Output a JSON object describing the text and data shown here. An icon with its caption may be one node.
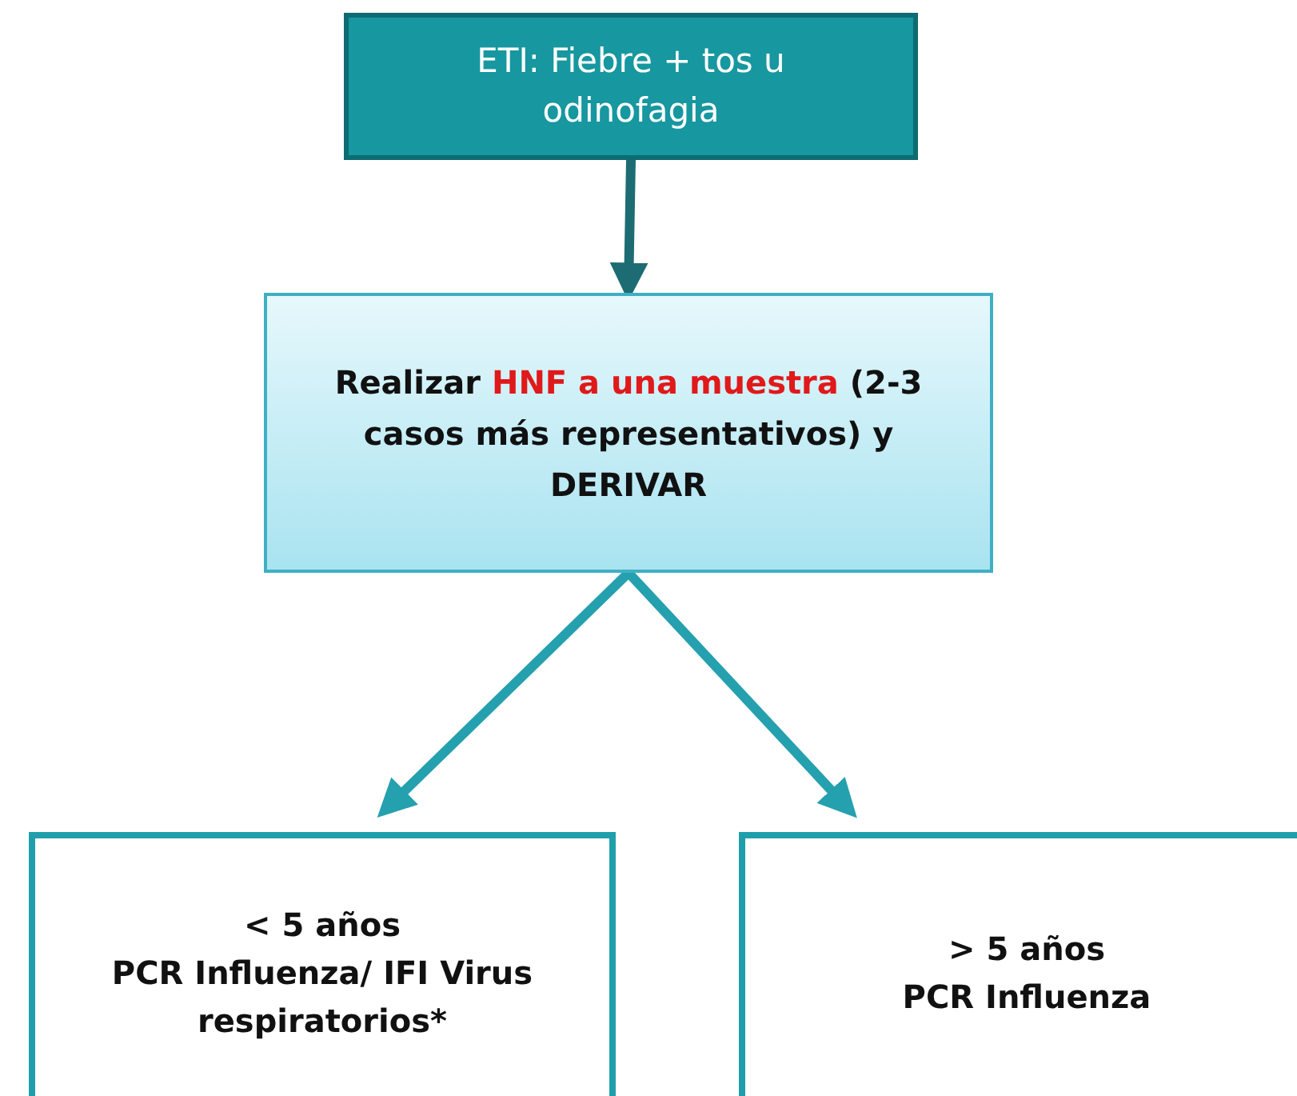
{
  "diagram": {
    "nodes": [
      {
        "text": [
          "ETI: Fiebre + tos u odinofagia"
        ]
      },
      {
        "text": [
          "Realizar **HNF a una muestra** (2-3 casos más representativos) y DERIVAR"
        ]
      },
      {
        "text": [
          "< 5 años",
          "PCR Influenza/ IFI Virus respiratorios*"
        ]
      },
      {
        "text": [
          "> 5 años",
          "PCR Influenza"
        ]
      }
    ],
    "edges": [
      {
        "from": 0,
        "to": 1,
        "arrow": "to",
        "color": "#1d6c74"
      },
      {
        "from": 1,
        "to": 2,
        "arrow": "to"
      },
      {
        "from": 1,
        "to": 3,
        "arrow": "to"
      }
    ]
  }
}
